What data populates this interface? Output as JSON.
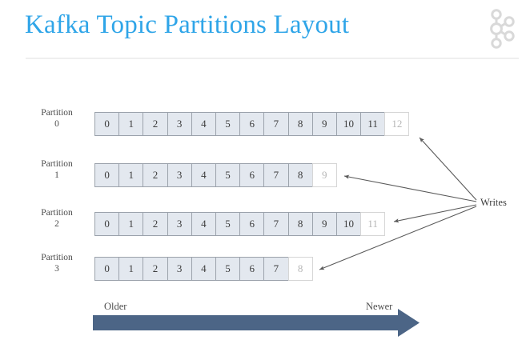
{
  "header": {
    "title": "Kafka Topic Partitions Layout",
    "title_color": "#2fa5e8",
    "logo_name": "kafka-logo",
    "logo_color": "#d9d9d9",
    "divider_color": "#efefef"
  },
  "diagram": {
    "cell_fill": "#e3e8ef",
    "cell_border": "#9ba2ab",
    "empty_cell_fill": "#ffffff",
    "empty_cell_border": "#d6d6d6",
    "empty_cell_text_color": "#b7b7b7",
    "partitions": [
      {
        "label_line1": "Partition",
        "label_line2": "0",
        "filled": [
          "0",
          "1",
          "2",
          "3",
          "4",
          "5",
          "6",
          "7",
          "8",
          "9",
          "10",
          "11"
        ],
        "next_offset": "12"
      },
      {
        "label_line1": "Partition",
        "label_line2": "1",
        "filled": [
          "0",
          "1",
          "2",
          "3",
          "4",
          "5",
          "6",
          "7",
          "8"
        ],
        "next_offset": "9"
      },
      {
        "label_line1": "Partition",
        "label_line2": "2",
        "filled": [
          "0",
          "1",
          "2",
          "3",
          "4",
          "5",
          "6",
          "7",
          "8",
          "9",
          "10"
        ],
        "next_offset": "11"
      },
      {
        "label_line1": "Partition",
        "label_line2": "3",
        "filled": [
          "0",
          "1",
          "2",
          "3",
          "4",
          "5",
          "6",
          "7"
        ],
        "next_offset": "8"
      }
    ],
    "writes_label": "Writes",
    "writes_arrow_color": "#595959",
    "time_axis": {
      "older_label": "Older",
      "newer_label": "Newer",
      "arrow_color": "#4c6586"
    }
  }
}
